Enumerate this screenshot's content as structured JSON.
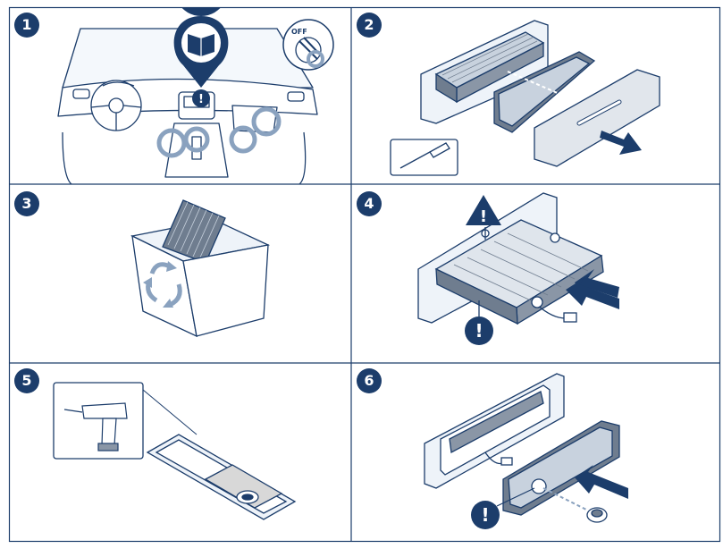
{
  "colors": {
    "navy": "#1c3d6b",
    "light_blue": "#e6eef7",
    "mid_blue": "#c9d8ea",
    "grey_fill": "#d8d8d8",
    "filter_grey": "#8a96a6",
    "white": "#ffffff"
  },
  "steps": [
    {
      "number": "1",
      "icons": [
        "manual-book-icon",
        "exclamation-icon",
        "ignition-off-icon",
        "car-dashboard-icon"
      ],
      "ignition_label": "OFF"
    },
    {
      "number": "2",
      "icons": [
        "cabin-filter-icon",
        "filter-cover-icon",
        "glovebox-panel-icon",
        "screwdriver-icon",
        "pull-out-arrow-icon"
      ]
    },
    {
      "number": "3",
      "icons": [
        "recycle-bin-icon",
        "used-filter-icon",
        "recycle-arrows-icon"
      ]
    },
    {
      "number": "4",
      "icons": [
        "warning-triangle-icon",
        "exclamation-icon",
        "new-filter-insert-icon",
        "push-in-arrow-icon",
        "connector-plug-icon"
      ]
    },
    {
      "number": "5",
      "icons": [
        "cordless-drill-icon",
        "filter-cover-panel-icon",
        "mounting-disc-icon"
      ]
    },
    {
      "number": "6",
      "icons": [
        "filter-housing-icon",
        "cover-plate-icon",
        "push-in-arrow-icon",
        "exclamation-icon",
        "fastening-nut-icon"
      ]
    }
  ]
}
